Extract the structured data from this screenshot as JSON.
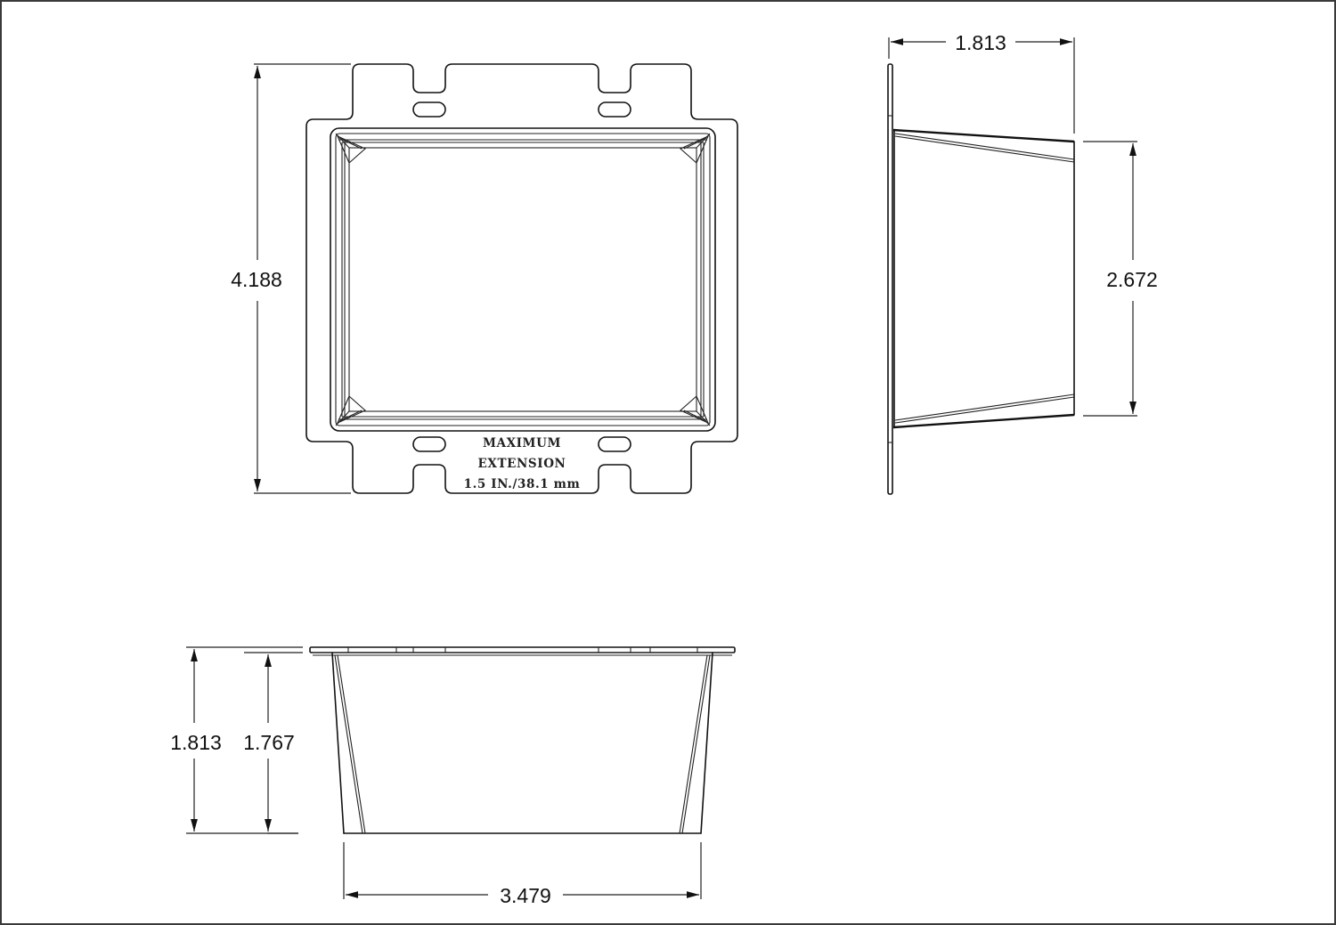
{
  "drawing": {
    "views": {
      "front": {
        "label": "front-view",
        "dimension_height": "4.188",
        "note": {
          "line1": "MAXIMUM",
          "line2": "EXTENSION",
          "line3": "1.5 IN./38.1 mm"
        }
      },
      "side": {
        "label": "side-view",
        "dimension_depth": "1.813",
        "dimension_height": "2.672"
      },
      "bottom": {
        "label": "bottom-view",
        "dimension_total_depth": "1.813",
        "dimension_box_depth": "1.767",
        "dimension_width": "3.479"
      }
    },
    "colors": {
      "line": "#111111",
      "background": "#ffffff",
      "border": "#3a3a3a"
    }
  }
}
